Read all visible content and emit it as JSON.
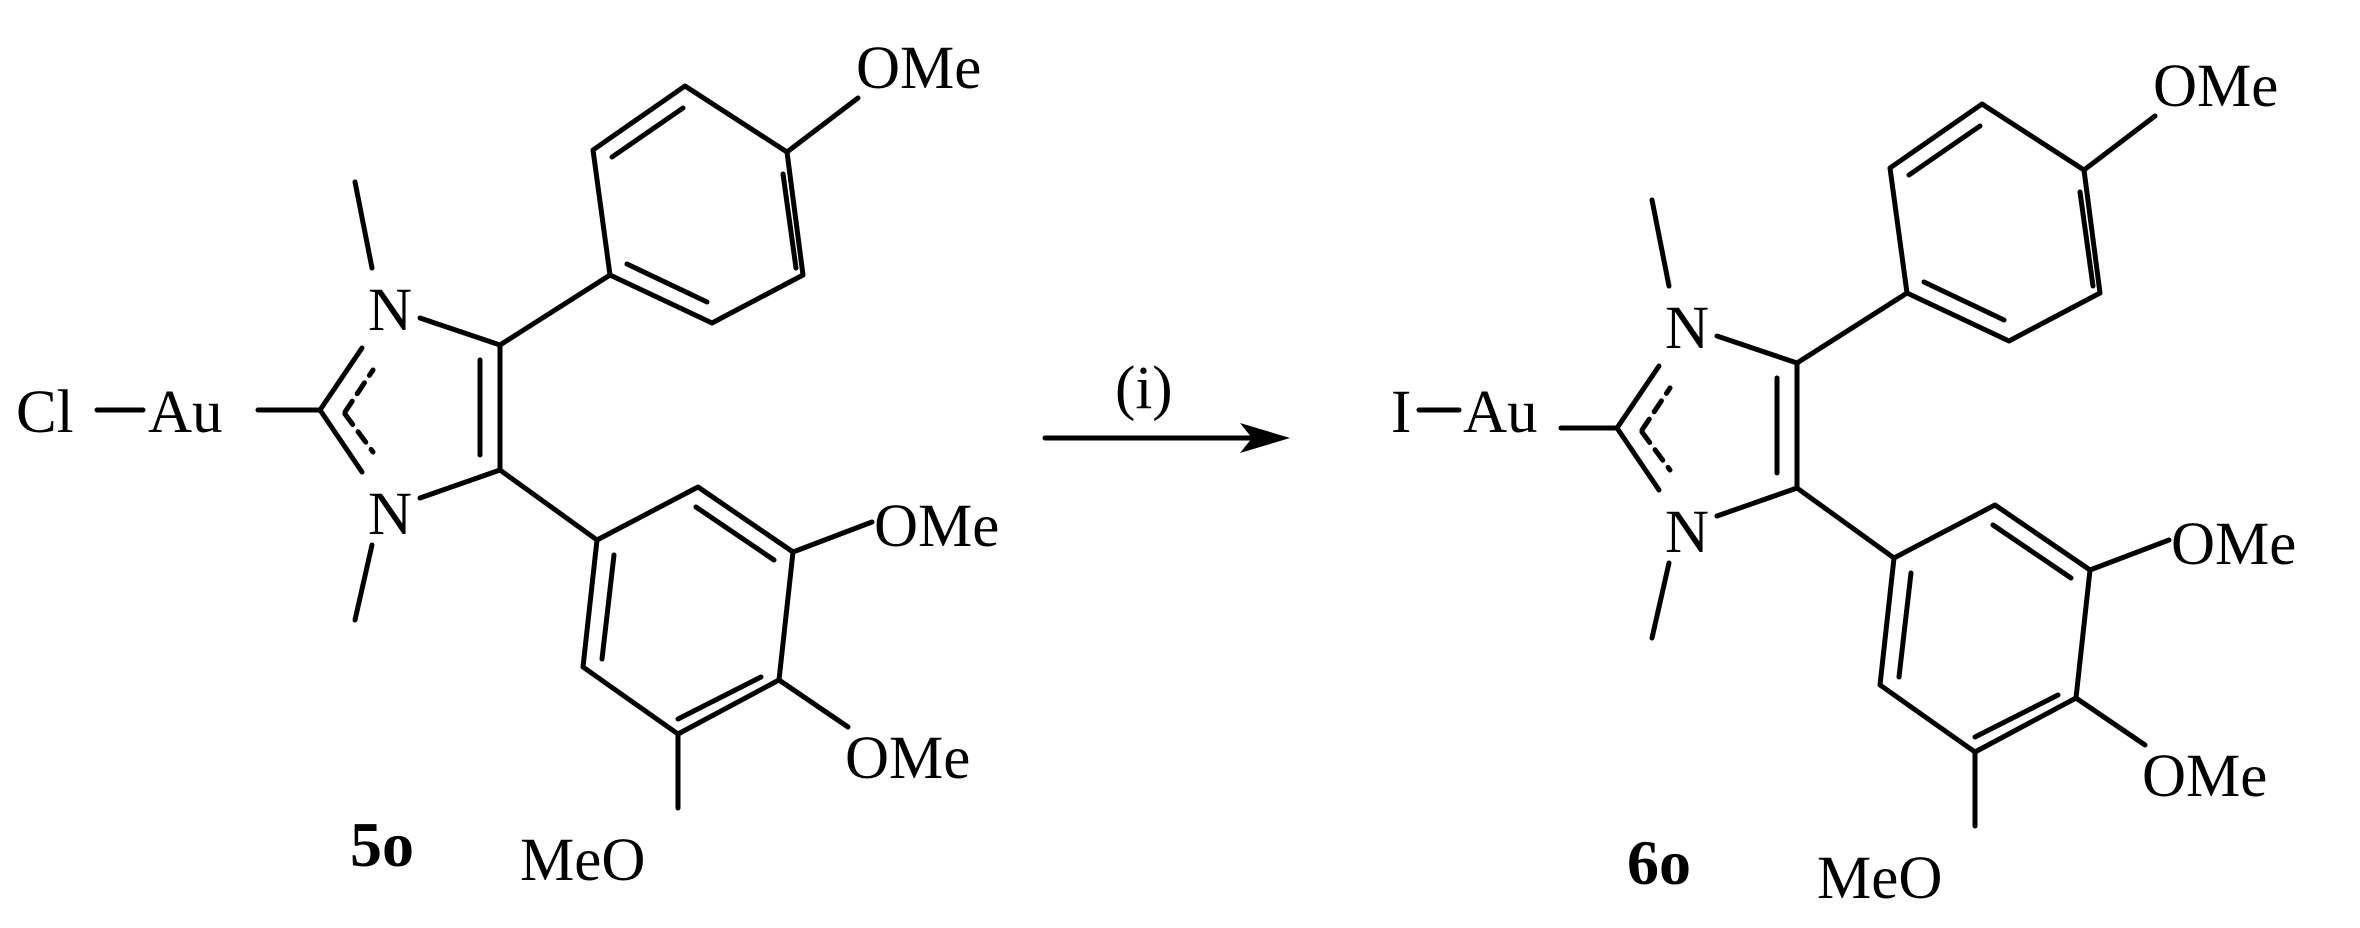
{
  "scheme": {
    "reaction_condition": "(i)",
    "reactant": {
      "compound_label": "5o",
      "halide": "Cl",
      "metal": "Au",
      "ring_nitrogen_top": "N",
      "ring_nitrogen_bottom": "N",
      "methoxy_para": "OMe",
      "methoxy_meta": "OMe",
      "methoxy_4": "OMe",
      "methoxy_5": "MeO"
    },
    "product": {
      "compound_label": "6o",
      "halide": "I",
      "metal": "Au",
      "ring_nitrogen_top": "N",
      "ring_nitrogen_bottom": "N",
      "methoxy_para": "OMe",
      "methoxy_meta": "OMe",
      "methoxy_4": "OMe",
      "methoxy_5": "MeO"
    }
  }
}
